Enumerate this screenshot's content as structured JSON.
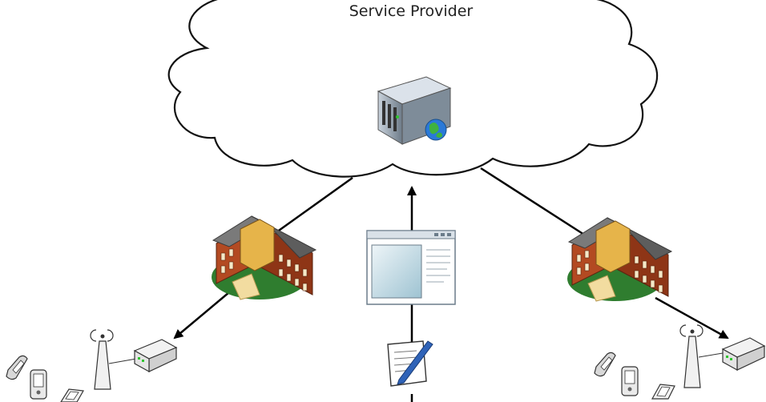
{
  "diagram": {
    "cloud": {
      "title_partial": "",
      "label": "Service Provider"
    },
    "nodes": [
      {
        "id": "server",
        "icon": "globe-server-icon"
      },
      {
        "id": "school-left",
        "icon": "school-building-icon"
      },
      {
        "id": "school-right",
        "icon": "school-building-icon"
      },
      {
        "id": "app-window",
        "icon": "application-window-icon"
      },
      {
        "id": "document",
        "icon": "document-pen-icon"
      },
      {
        "id": "router-left",
        "icon": "wireless-router-icon"
      },
      {
        "id": "router-right",
        "icon": "wireless-router-icon"
      },
      {
        "id": "antenna-left",
        "icon": "antenna-icon"
      },
      {
        "id": "antenna-right",
        "icon": "antenna-icon"
      }
    ],
    "colors": {
      "building_wall": "#a8441f",
      "building_roof": "#7a7a7a",
      "grass": "#2f7d2f",
      "cloud_stroke": "#111111",
      "arrow": "#000000"
    }
  }
}
